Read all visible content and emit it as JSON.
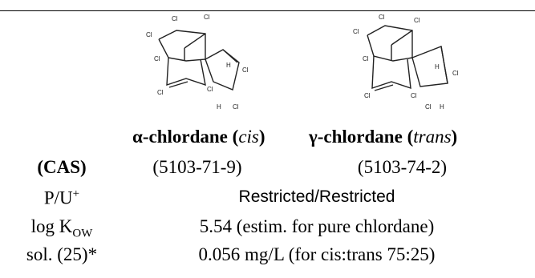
{
  "compounds": [
    {
      "name": "α-chlordane",
      "isomer": "cis",
      "cas": "(5103-71-9)",
      "structure_atoms": {
        "cl": "Cl",
        "h": "H"
      }
    },
    {
      "name": "γ-chlordane",
      "isomer": "trans",
      "cas": "(5103-74-2)",
      "structure_atoms": {
        "cl": "Cl",
        "h": "H"
      }
    }
  ],
  "rows": {
    "cas": {
      "label": "(CAS)"
    },
    "pu": {
      "label_main": "P/U",
      "label_sup": "+",
      "value": "Restricted/Restricted"
    },
    "kow": {
      "label_main": "log K",
      "label_sub": "OW",
      "value": "5.54 (estim. for pure chlordane)"
    },
    "sol": {
      "label": "sol. (25)*",
      "value": "0.056 mg/L (for cis:trans 75:25)"
    }
  }
}
